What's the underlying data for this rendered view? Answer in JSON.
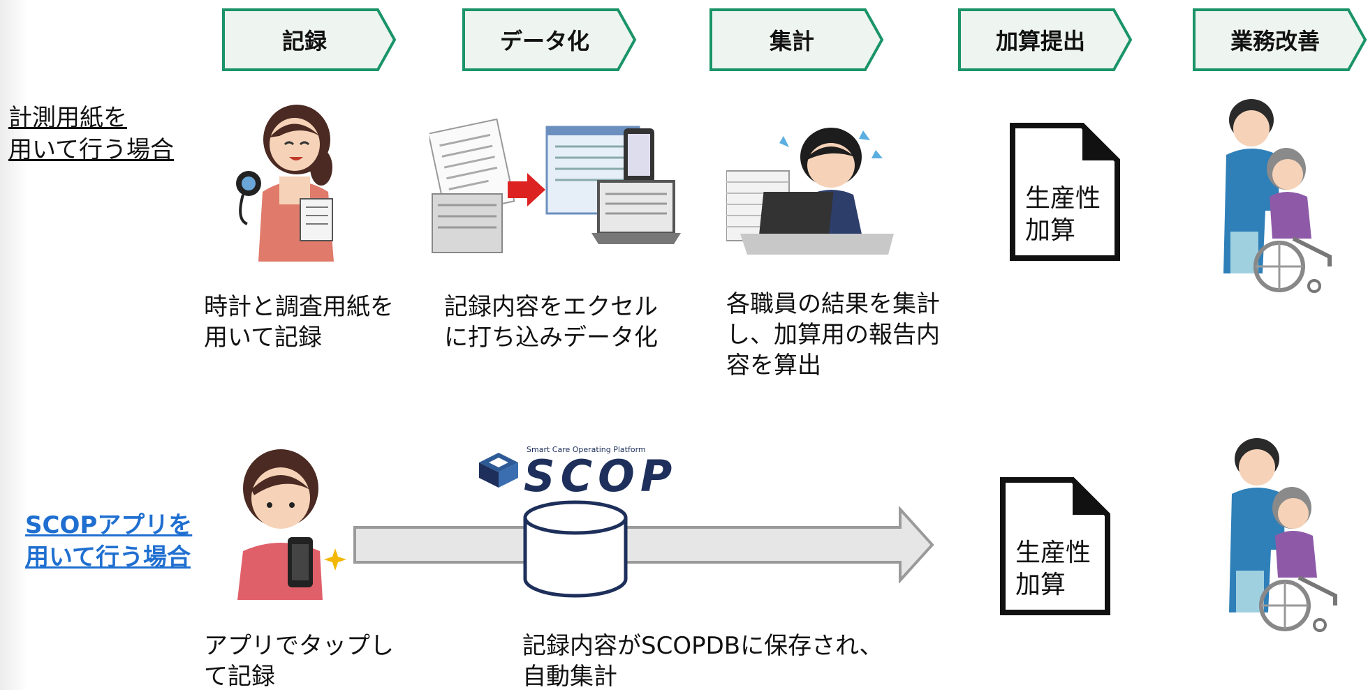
{
  "steps": [
    {
      "label": "記録"
    },
    {
      "label": "データ化"
    },
    {
      "label": "集計"
    },
    {
      "label": "加算提出"
    },
    {
      "label": "業務改善"
    }
  ],
  "cases": {
    "paper": {
      "label_line1": "計測用紙を",
      "label_line2": "用いて行う場合",
      "descriptions": {
        "record": [
          "時計と調査用紙を",
          "用いて記録"
        ],
        "digitize": [
          "記録内容をエクセル",
          "に打ち込みデータ化"
        ],
        "aggregate": [
          "各職員の結果を集計",
          "し、加算用の報告内",
          "容を算出"
        ]
      },
      "document": [
        "生産性",
        "加算"
      ]
    },
    "app": {
      "label_line1": "SCOPアプリを",
      "label_line2": "用いて行う場合",
      "descriptions": {
        "record": [
          "アプリでタップし",
          "て記録"
        ],
        "auto": [
          "記録内容がSCOPDBに保存され、",
          "自動集計"
        ]
      },
      "document": [
        "生産性",
        "加算"
      ],
      "logo_tagline": "Smart Care Operating Platform",
      "logo_word": "SCOP"
    }
  },
  "colors": {
    "step_border": "#1a9468",
    "step_fill": "#eef4f0",
    "app_label": "#1f6fd0",
    "arrow_fill": "#e6e6e6",
    "arrow_stroke": "#9a9a9a",
    "scop_navy": "#1d2f5a"
  }
}
